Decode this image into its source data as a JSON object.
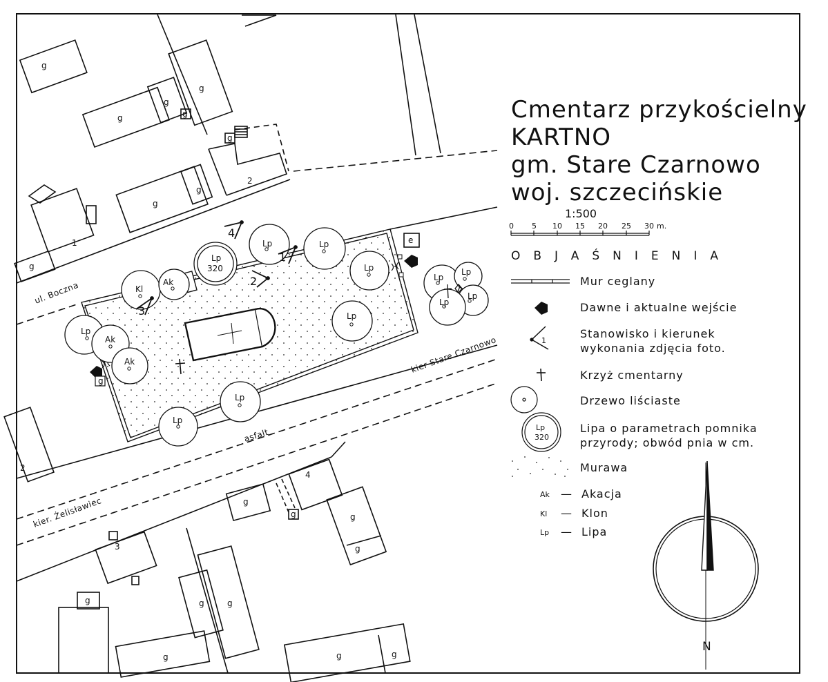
{
  "title": {
    "line1": "Cmentarz przykościelny",
    "line2": "KARTNO",
    "line3": "gm. Stare Czarnowo",
    "line4": "woj. szczecińskie"
  },
  "scale": {
    "ratio": "1:500",
    "ticks": [
      "0",
      "5",
      "10",
      "15",
      "20",
      "25",
      "30"
    ],
    "unit": "m."
  },
  "legend": {
    "heading": "OBJAŚNIENIA",
    "items": [
      {
        "key": "wall",
        "label": "Mur ceglany"
      },
      {
        "key": "entrance",
        "label": "Dawne i aktualne wejście"
      },
      {
        "key": "photo",
        "label": "Stanowisko i kierunek",
        "label2": "wykonania zdjęcia foto.",
        "symbol_text": "1"
      },
      {
        "key": "cross",
        "label": "Krzyż cmentarny"
      },
      {
        "key": "tree",
        "label": "Drzewo liściaste"
      },
      {
        "key": "monument",
        "label": "Lipa o parametrach pomnika",
        "label2": "przyrody; obwód pnia w cm.",
        "symbol_text": "Lp",
        "symbol_text2": "320"
      },
      {
        "key": "lawn",
        "label": "Murawa"
      }
    ],
    "abbreviations": [
      {
        "code": "Ak",
        "dash": "—",
        "name": "Akacja"
      },
      {
        "code": "Kl",
        "dash": "—",
        "name": "Klon"
      },
      {
        "code": "Lp",
        "dash": "—",
        "name": "Lipa"
      }
    ]
  },
  "streets": {
    "boczna": "ul. Boczna",
    "stare_czarnowo": "kier Stare Czarnowo",
    "asfalt": "asfalt",
    "zelislawiec": "kier. Żelisławiec"
  },
  "buildings": {
    "g": "g",
    "e": "e",
    "n1": "1",
    "n2": "2",
    "n3": "3",
    "n4": "4"
  },
  "trees": {
    "lp": "Lp",
    "ak": "Ak",
    "kl": "Kl",
    "girth": "320"
  },
  "photo_points": [
    "1",
    "2",
    "3",
    "4"
  ],
  "north": "N",
  "colors": {
    "ink": "#111111",
    "paper": "#ffffff"
  }
}
